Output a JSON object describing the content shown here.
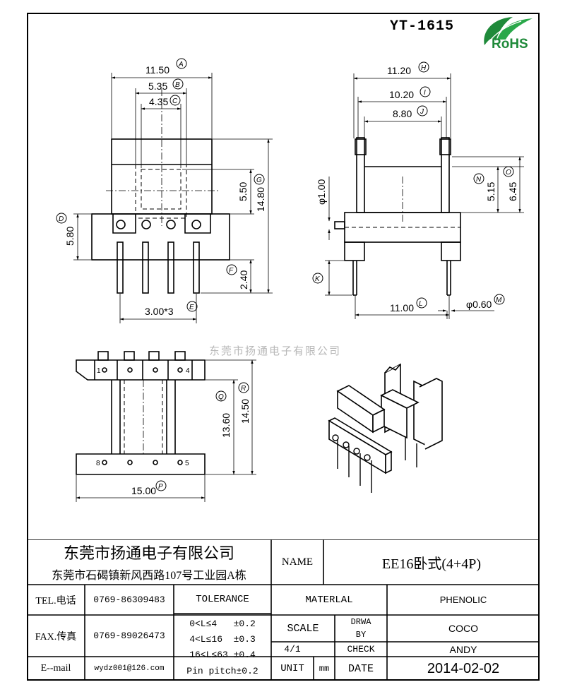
{
  "drawing_no": "YT-1615",
  "rohs_mark": "RoHS",
  "watermark": "东莞市扬通电子有限公司",
  "dims": {
    "a": "11.50",
    "b": "5.35",
    "c": "4.35",
    "d": "5.80",
    "e": "3.00*3",
    "f": "2.40",
    "g": "14.80",
    "g2": "5.50",
    "h": "11.20",
    "i": "10.20",
    "j": "8.80",
    "k_dia": "φ1.00",
    "n": "5.15",
    "o": "6.45",
    "l": "11.00",
    "m": "φ0.60",
    "q": "13.60",
    "r": "14.50",
    "p": "15.00"
  },
  "tags": {
    "a": "A",
    "b": "B",
    "c": "C",
    "d": "D",
    "e": "E",
    "f": "F",
    "g": "G",
    "h": "H",
    "i": "I",
    "j": "J",
    "k": "K",
    "l": "L",
    "m": "M",
    "n": "N",
    "o": "O",
    "p": "P",
    "q": "Q",
    "r": "R"
  },
  "pins": {
    "p1": "1",
    "p4": "4",
    "p8": "8",
    "p5": "5"
  },
  "title_block": {
    "company": "东莞市扬通电子有限公司",
    "address": "东莞市石碣镇新风西路107号工业园A栋",
    "name_label": "NAME",
    "part_name": "EE16卧式(4+4P)",
    "tel_label": "TEL.电话",
    "tel": "0769-86309483",
    "fax_label": "FAX.传真",
    "fax": "0769-89026473",
    "email_label": "E--mail",
    "email": "wydz001@126.com",
    "tolerance_label": "TOLERANCE",
    "tol_1": "0<L≤4   ±0.2",
    "tol_2": "4<L≤16  ±0.3",
    "tol_3": "16<L≤63 ±0.4",
    "tol_4": "Pin pitch±0.2",
    "material_label": "MATERLAL",
    "material": "PHENOLIC",
    "scale_label": "SCALE",
    "scale": "4/1",
    "drawn_label_1": "DRWA",
    "drawn_label_2": "BY",
    "drawn": "COCO",
    "check_label": "CHECK",
    "check": "ANDY",
    "unit_label": "UNIT",
    "unit": "mm",
    "date_label": "DATE",
    "date": "2014-02-02"
  }
}
